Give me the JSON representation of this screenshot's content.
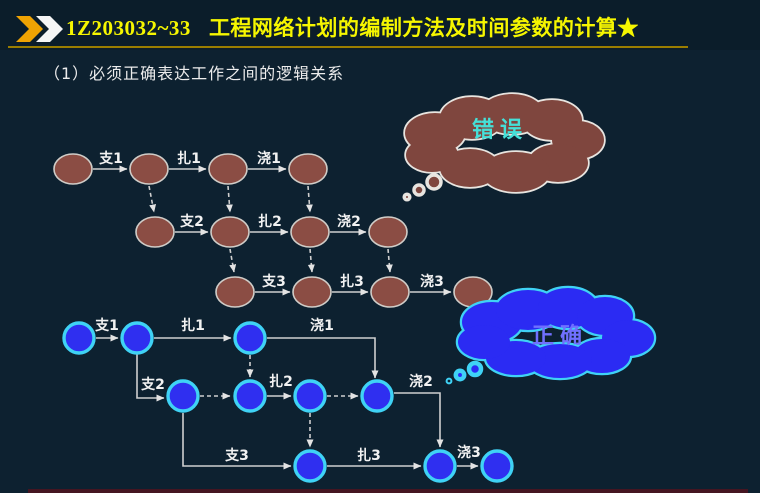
{
  "header": {
    "code": "1Z203032~33",
    "title": "工程网络计划的编制方法及时间参数的计算★"
  },
  "subtitle": "（1）必须正确表达工作之间的逻辑关系",
  "wrong_diagram": {
    "callout_label": "错误",
    "edge_labels": [
      "支1",
      "扎1",
      "浇1",
      "支2",
      "扎2",
      "浇2",
      "支3",
      "扎3",
      "浇3"
    ]
  },
  "correct_diagram": {
    "callout_label": "正确",
    "edge_labels": [
      "支1",
      "扎1",
      "浇1",
      "支2",
      "扎2",
      "浇2",
      "支3",
      "扎3",
      "浇3"
    ]
  },
  "colors": {
    "background": "#0d2130",
    "title_text": "#f6f600",
    "chevron_gold": "#efa303",
    "chevron_white": "#f5f5f5",
    "header_rule": "#9a7d00",
    "subtitle_text": "#ececec",
    "wrong_node_fill": "#8b4d44",
    "wrong_cloud_fill": "#7f463e",
    "wrong_callout_text": "#45e0d8",
    "correct_node_fill": "#2f2ff0",
    "correct_node_ring": "#3fd2f5",
    "correct_cloud_fill": "#2b2bf3",
    "correct_callout_text": "#7070ff",
    "arrow": "#cfcfcf",
    "footer_bar": "#451521"
  }
}
